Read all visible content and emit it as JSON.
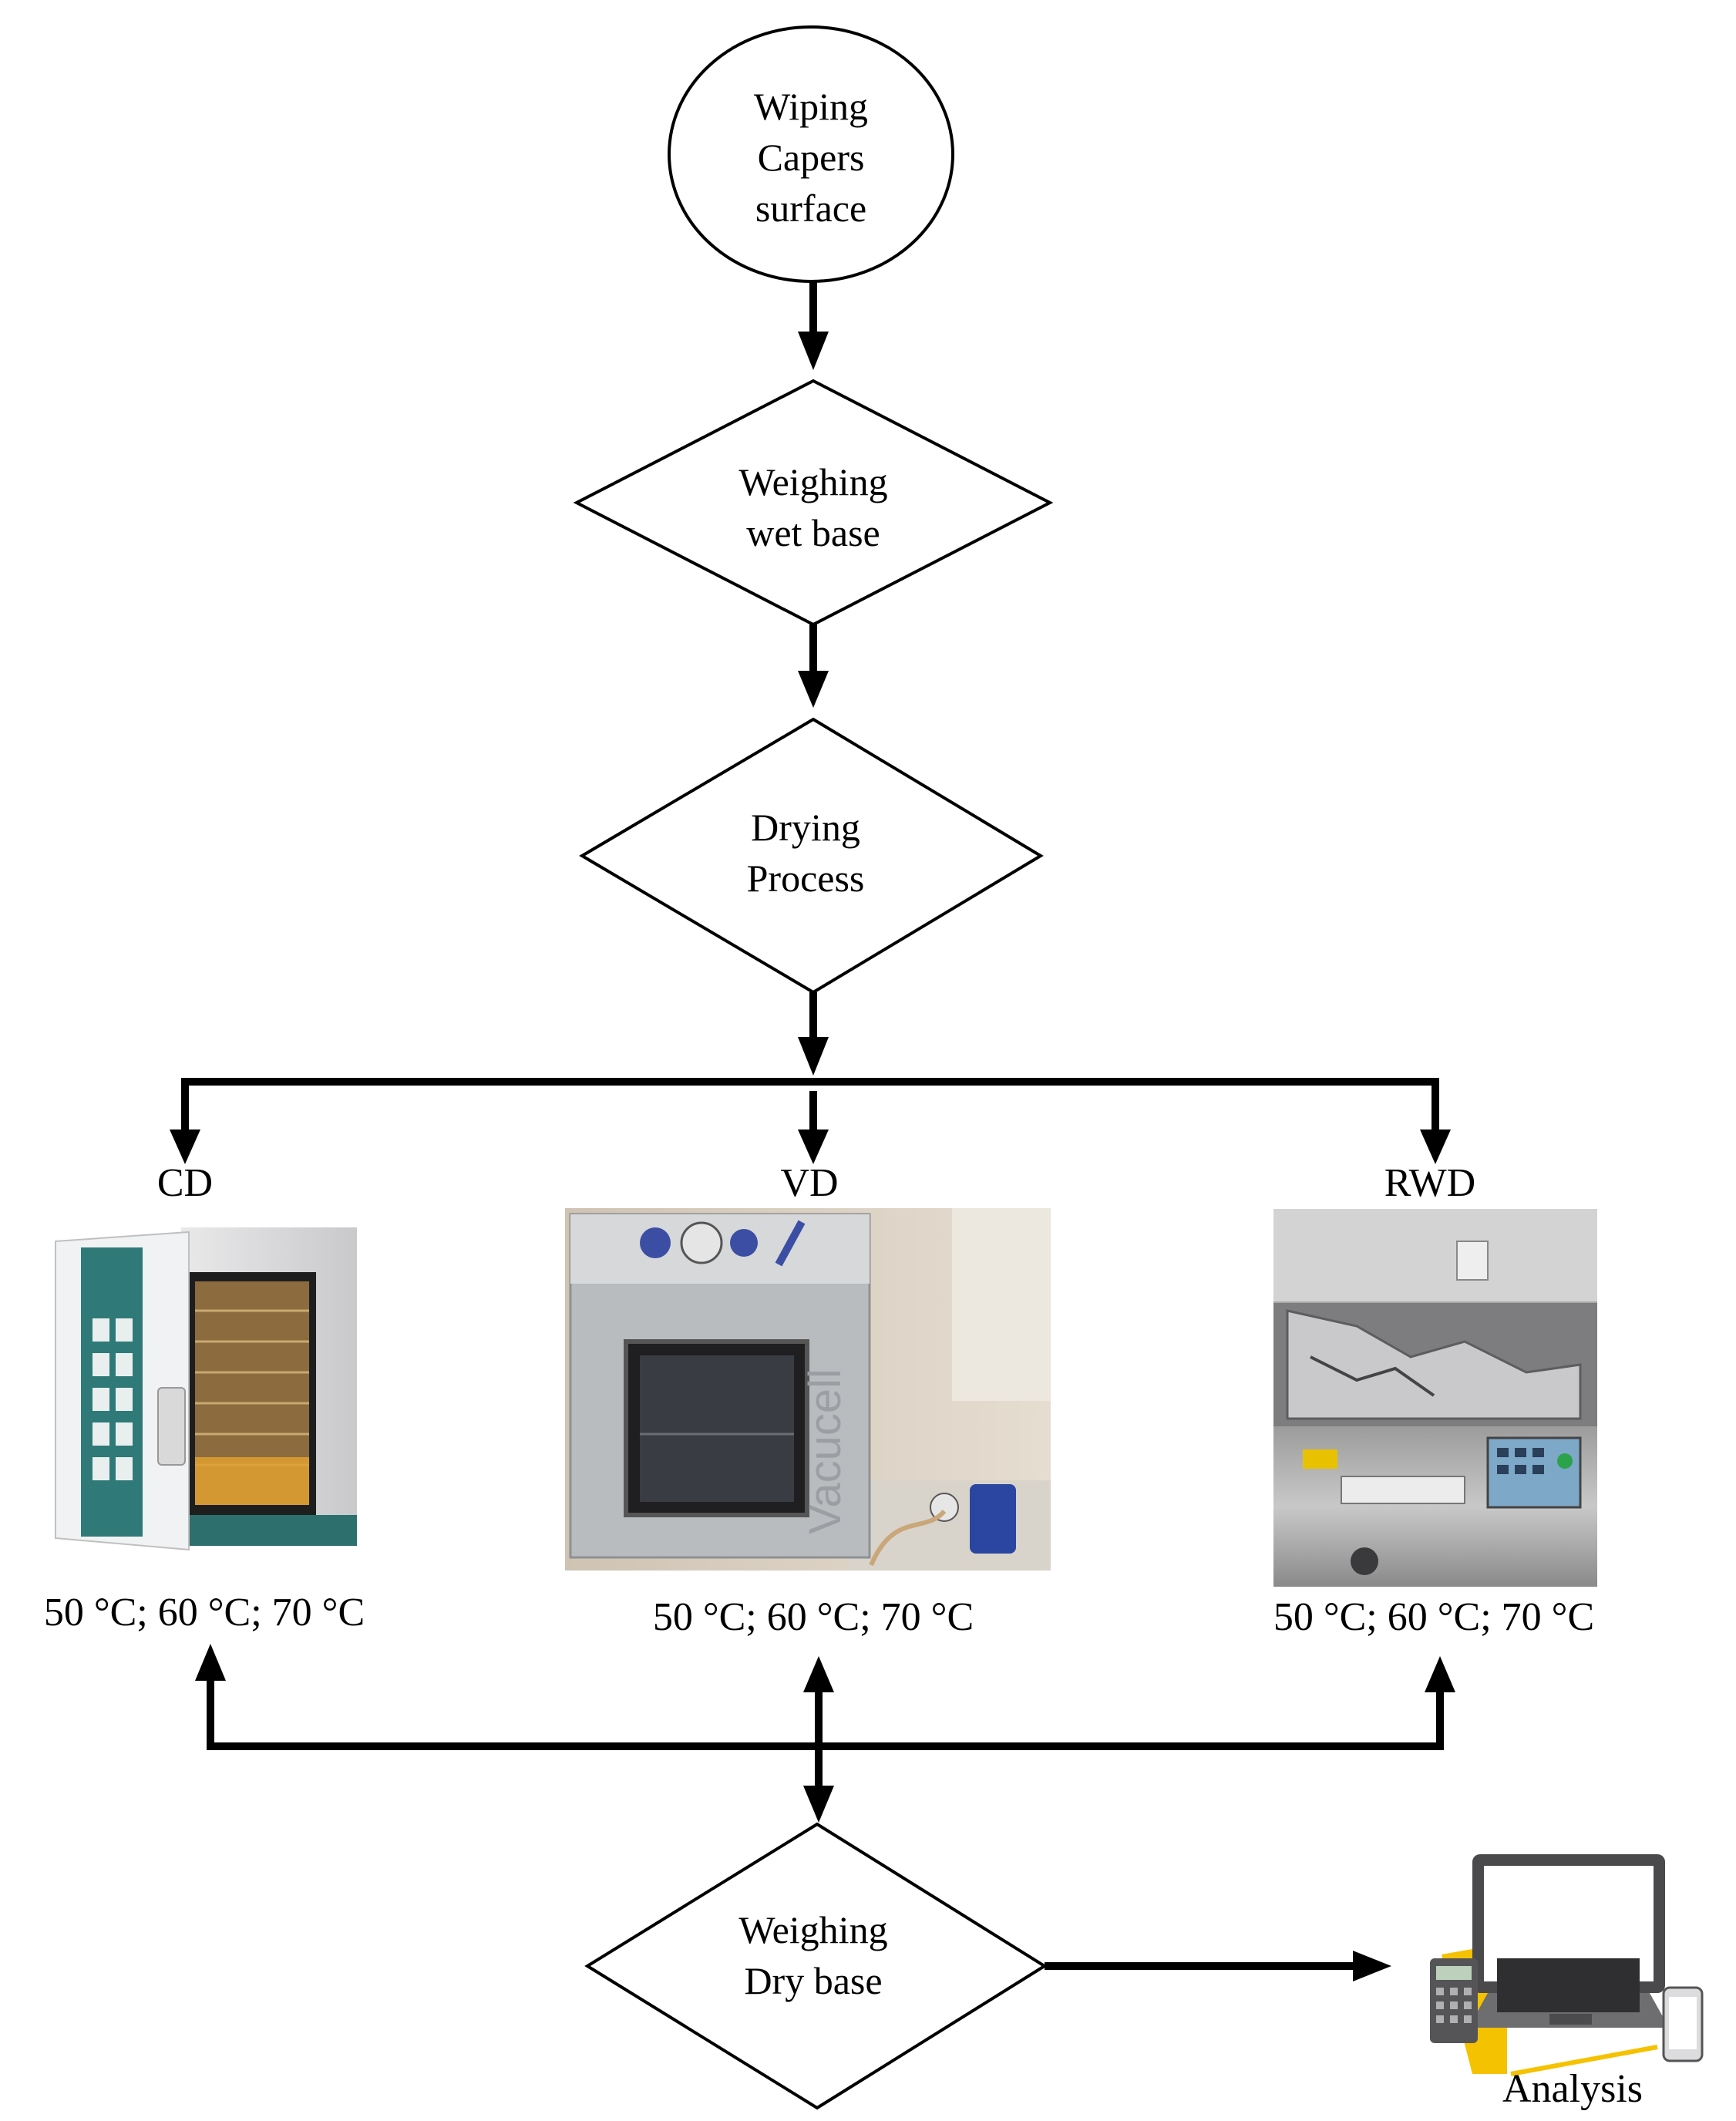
{
  "nodes": {
    "start": {
      "shape": "ellipse",
      "label": "Wiping\nCapers\nsurface"
    },
    "weigh_wet": {
      "shape": "diamond",
      "label": "Weighing\nwet base"
    },
    "drying": {
      "shape": "diamond",
      "label": "Drying\nProcess"
    },
    "weigh_dry": {
      "shape": "diamond",
      "label": "Weighing\nDry base"
    }
  },
  "methods": [
    {
      "id": "cd",
      "label": "CD",
      "temps": "50 °C; 60 °C; 70 °C",
      "illustration": "convective-oven"
    },
    {
      "id": "vd",
      "label": "VD",
      "temps": "50 °C; 60 °C; 70 °C",
      "illustration": "vacuum-oven",
      "device_text": "Vacucell"
    },
    {
      "id": "rwd",
      "label": "RWD",
      "temps": "50 °C; 60 °C; 70 °C",
      "illustration": "refractance-window-dryer"
    }
  ],
  "analysis": {
    "label": "Analysis",
    "illustration": "laptop-calculator-phone"
  },
  "colors": {
    "line": "#000000",
    "background": "#ffffff"
  }
}
